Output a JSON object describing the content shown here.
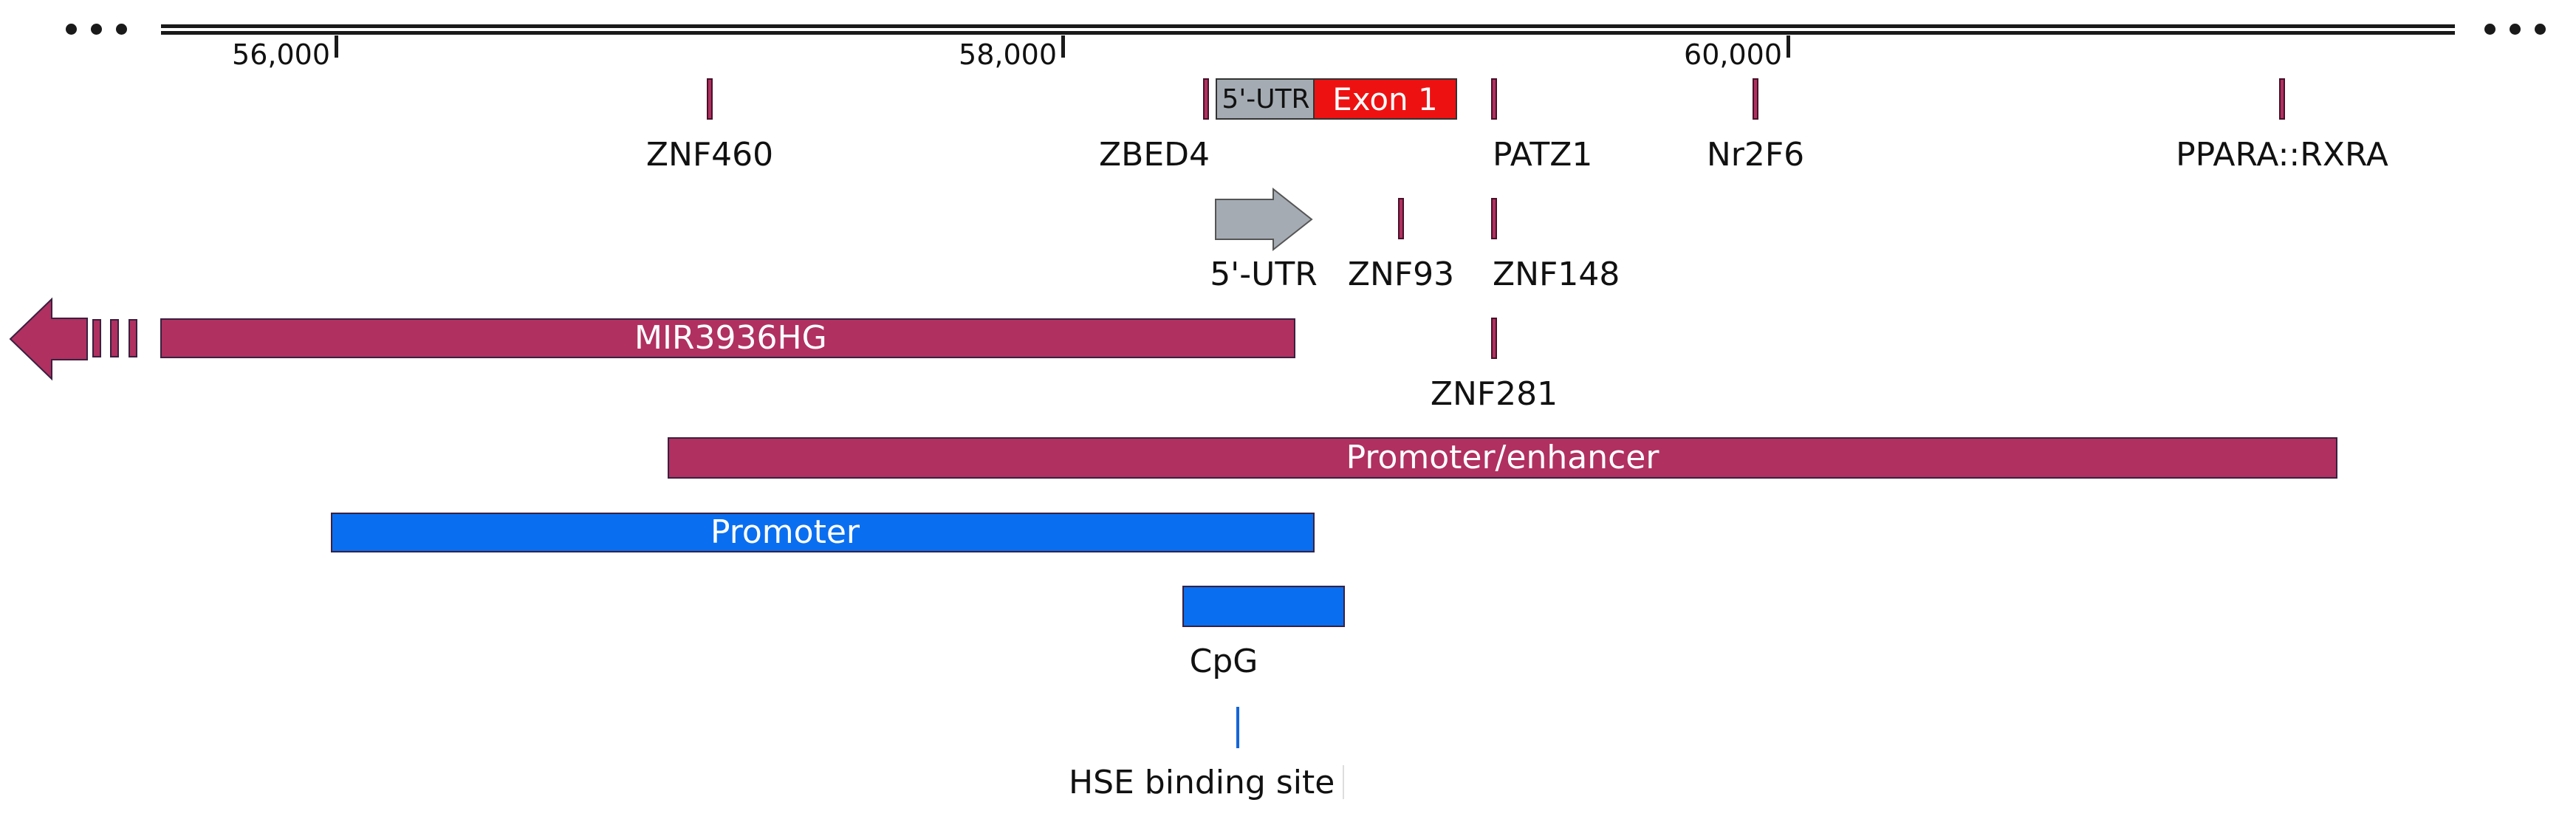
{
  "colors": {
    "magenta_feature": "#b03060",
    "blue_feature": "#0a6ef0",
    "utr_gray": "#a4abb3",
    "exon_red": "#ee1111",
    "ruler": "#1a1a1a"
  },
  "ruler": {
    "ticks": [
      "56,000",
      "58,000",
      "60,000"
    ]
  },
  "exon_row": {
    "utr_label": "5'-UTR",
    "exon_label": "Exon 1"
  },
  "binding_sites": {
    "znf460": "ZNF460",
    "zbed4": "ZBED4",
    "patz1": "PATZ1",
    "nr2f6": "Nr2F6",
    "ppara_rxra": "PPARA::RXRA",
    "znf93": "ZNF93",
    "znf148": "ZNF148",
    "znf281": "ZNF281"
  },
  "utr_arrow_label": "5'-UTR",
  "gene": {
    "label": "MIR3936HG"
  },
  "promoter_enhancer": {
    "label": "Promoter/enhancer"
  },
  "promoter": {
    "label": "Promoter"
  },
  "cpg": {
    "label": "CpG"
  },
  "hse": {
    "label": "HSE binding site"
  },
  "icons": {
    "left_continuation": "ellipsis-icon",
    "right_continuation": "ellipsis-icon",
    "utr_direction": "arrow-right-icon",
    "gene_direction": "arrow-left-icon"
  }
}
